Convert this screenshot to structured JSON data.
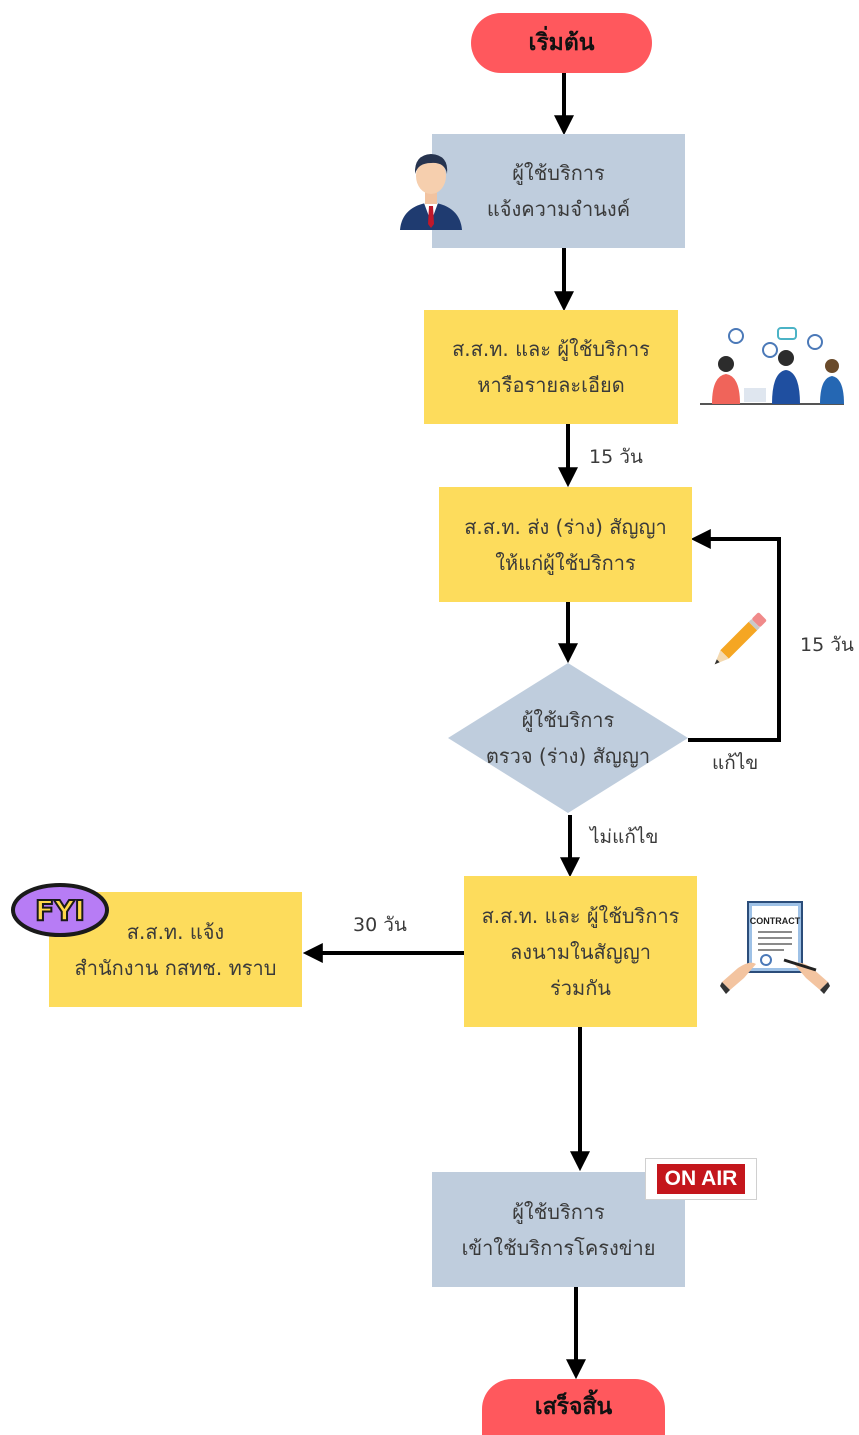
{
  "nodes": {
    "start": "เริ่มต้น",
    "notify": [
      "ผู้ใช้บริการ",
      "แจ้งความจำนงค์"
    ],
    "discuss": [
      "ส.ส.ท. และ ผู้ใช้บริการ",
      "หารือรายละเอียด"
    ],
    "send_draft": [
      "ส.ส.ท. ส่ง (ร่าง) สัญญา",
      "ให้แก่ผู้ใช้บริการ"
    ],
    "review": [
      "ผู้ใช้บริการ",
      "ตรวจ (ร่าง) สัญญา"
    ],
    "sign": [
      "ส.ส.ท. และ ผู้ใช้บริการ",
      "ลงนามในสัญญา",
      "ร่วมกัน"
    ],
    "inform": [
      "ส.ส.ท. แจ้ง",
      "สำนักงาน กสทช. ทราบ"
    ],
    "use": [
      "ผู้ใช้บริการ",
      "เข้าใช้บริการโครงข่าย"
    ],
    "end": "เสร็จสิ้น"
  },
  "edge_labels": {
    "days15_a": "15 วัน",
    "days15_b": "15 วัน",
    "revise": "แก้ไข",
    "no_revise": "ไม่แก้ไข",
    "days30": "30 วัน"
  },
  "badges": {
    "on_air": "ON AIR",
    "fyi": "FYI",
    "contract": "CONTRACT"
  },
  "colors": {
    "pill": "#ff585d",
    "blue_box": "#bfcddd",
    "yellow_box": "#fddc5c",
    "diamond": "#bfcddd",
    "on_air_red": "#c4161c",
    "fyi_purple": "#b77cf5"
  },
  "icons": [
    "businessman-icon",
    "meeting-people-icon",
    "pencil-icon",
    "contract-signing-icon",
    "fyi-badge-icon",
    "on-air-badge-icon"
  ]
}
